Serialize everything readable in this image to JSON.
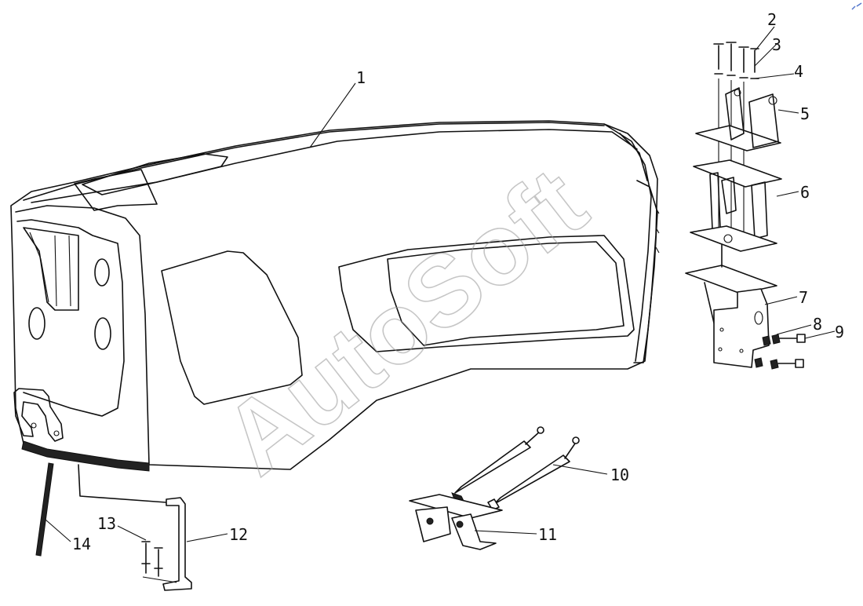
{
  "diagram": {
    "callouts": [
      {
        "id": "1",
        "label": "1"
      },
      {
        "id": "2",
        "label": "2"
      },
      {
        "id": "3",
        "label": "3"
      },
      {
        "id": "4",
        "label": "4"
      },
      {
        "id": "5",
        "label": "5"
      },
      {
        "id": "6",
        "label": "6"
      },
      {
        "id": "7",
        "label": "7"
      },
      {
        "id": "8",
        "label": "8"
      },
      {
        "id": "9",
        "label": "9"
      },
      {
        "id": "10",
        "label": "10"
      },
      {
        "id": "11",
        "label": "11"
      },
      {
        "id": "12",
        "label": "12"
      },
      {
        "id": "13",
        "label": "13"
      },
      {
        "id": "14",
        "label": "14"
      }
    ],
    "watermark": "AutoSoft",
    "colors": {
      "line": "#111111",
      "watermark": "#999999",
      "background": "#ffffff"
    }
  }
}
